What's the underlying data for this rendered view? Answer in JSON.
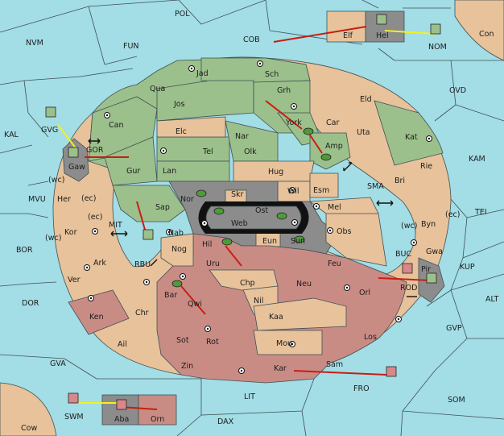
{
  "map": {
    "colors": {
      "sea": "#a3dde6",
      "tan": "#e7c29a",
      "green": "#9cc08b",
      "rose": "#c98c85",
      "gray": "#8c8c8c",
      "unit_green": "#4f9a3a",
      "unit_red": "#d8888a",
      "arrow_red": "#c81e12",
      "arrow_yellow": "#f2f21b"
    },
    "sea_labels": [
      "POL",
      "NVM",
      "FUN",
      "COB",
      "Con",
      "NOM",
      "OVD",
      "KAL",
      "GVG",
      "KAM",
      "MVU",
      "TEI",
      "BOR",
      "ALT",
      "KUP",
      "DOR",
      "GVP",
      "GVA",
      "FRO",
      "SOM",
      "LIT",
      "SWM",
      "Cow",
      "DAX",
      "MIT",
      "SMA",
      "RBU",
      "BUC",
      "ROD",
      "GOR"
    ],
    "land_labels": [
      "Jad",
      "Sch",
      "Qua",
      "Grh",
      "Jos",
      "Eld",
      "Can",
      "Car",
      "Elc",
      "Nar",
      "Uta",
      "Kat",
      "York",
      "Amp",
      "Gur",
      "Tel",
      "Olk",
      "Lan",
      "Hug",
      "Rie",
      "Bri",
      "Wil",
      "Esm",
      "Nor",
      "Skr",
      "Ost",
      "Mel",
      "Sap",
      "Web",
      "Byn",
      "Nab",
      "Her",
      "Kor",
      "Ark",
      "Ver",
      "Ken",
      "Chr",
      "Ail",
      "Nog",
      "Hil",
      "Eun",
      "Sun",
      "Obs",
      "Uru",
      "Feu",
      "Chp",
      "Neu",
      "Orl",
      "Bar",
      "Qwi",
      "Nil",
      "Kaa",
      "Sot",
      "Rot",
      "Mou",
      "Los",
      "Zin",
      "Kar",
      "Sam",
      "Gwa",
      "Pir",
      "Gaw",
      "Elf",
      "Hel",
      "Aba",
      "Orn"
    ],
    "coast_marks": [
      "(wc)",
      "(ec)",
      "(ec)",
      "(wc)",
      "(wc)",
      "(ec)"
    ]
  }
}
